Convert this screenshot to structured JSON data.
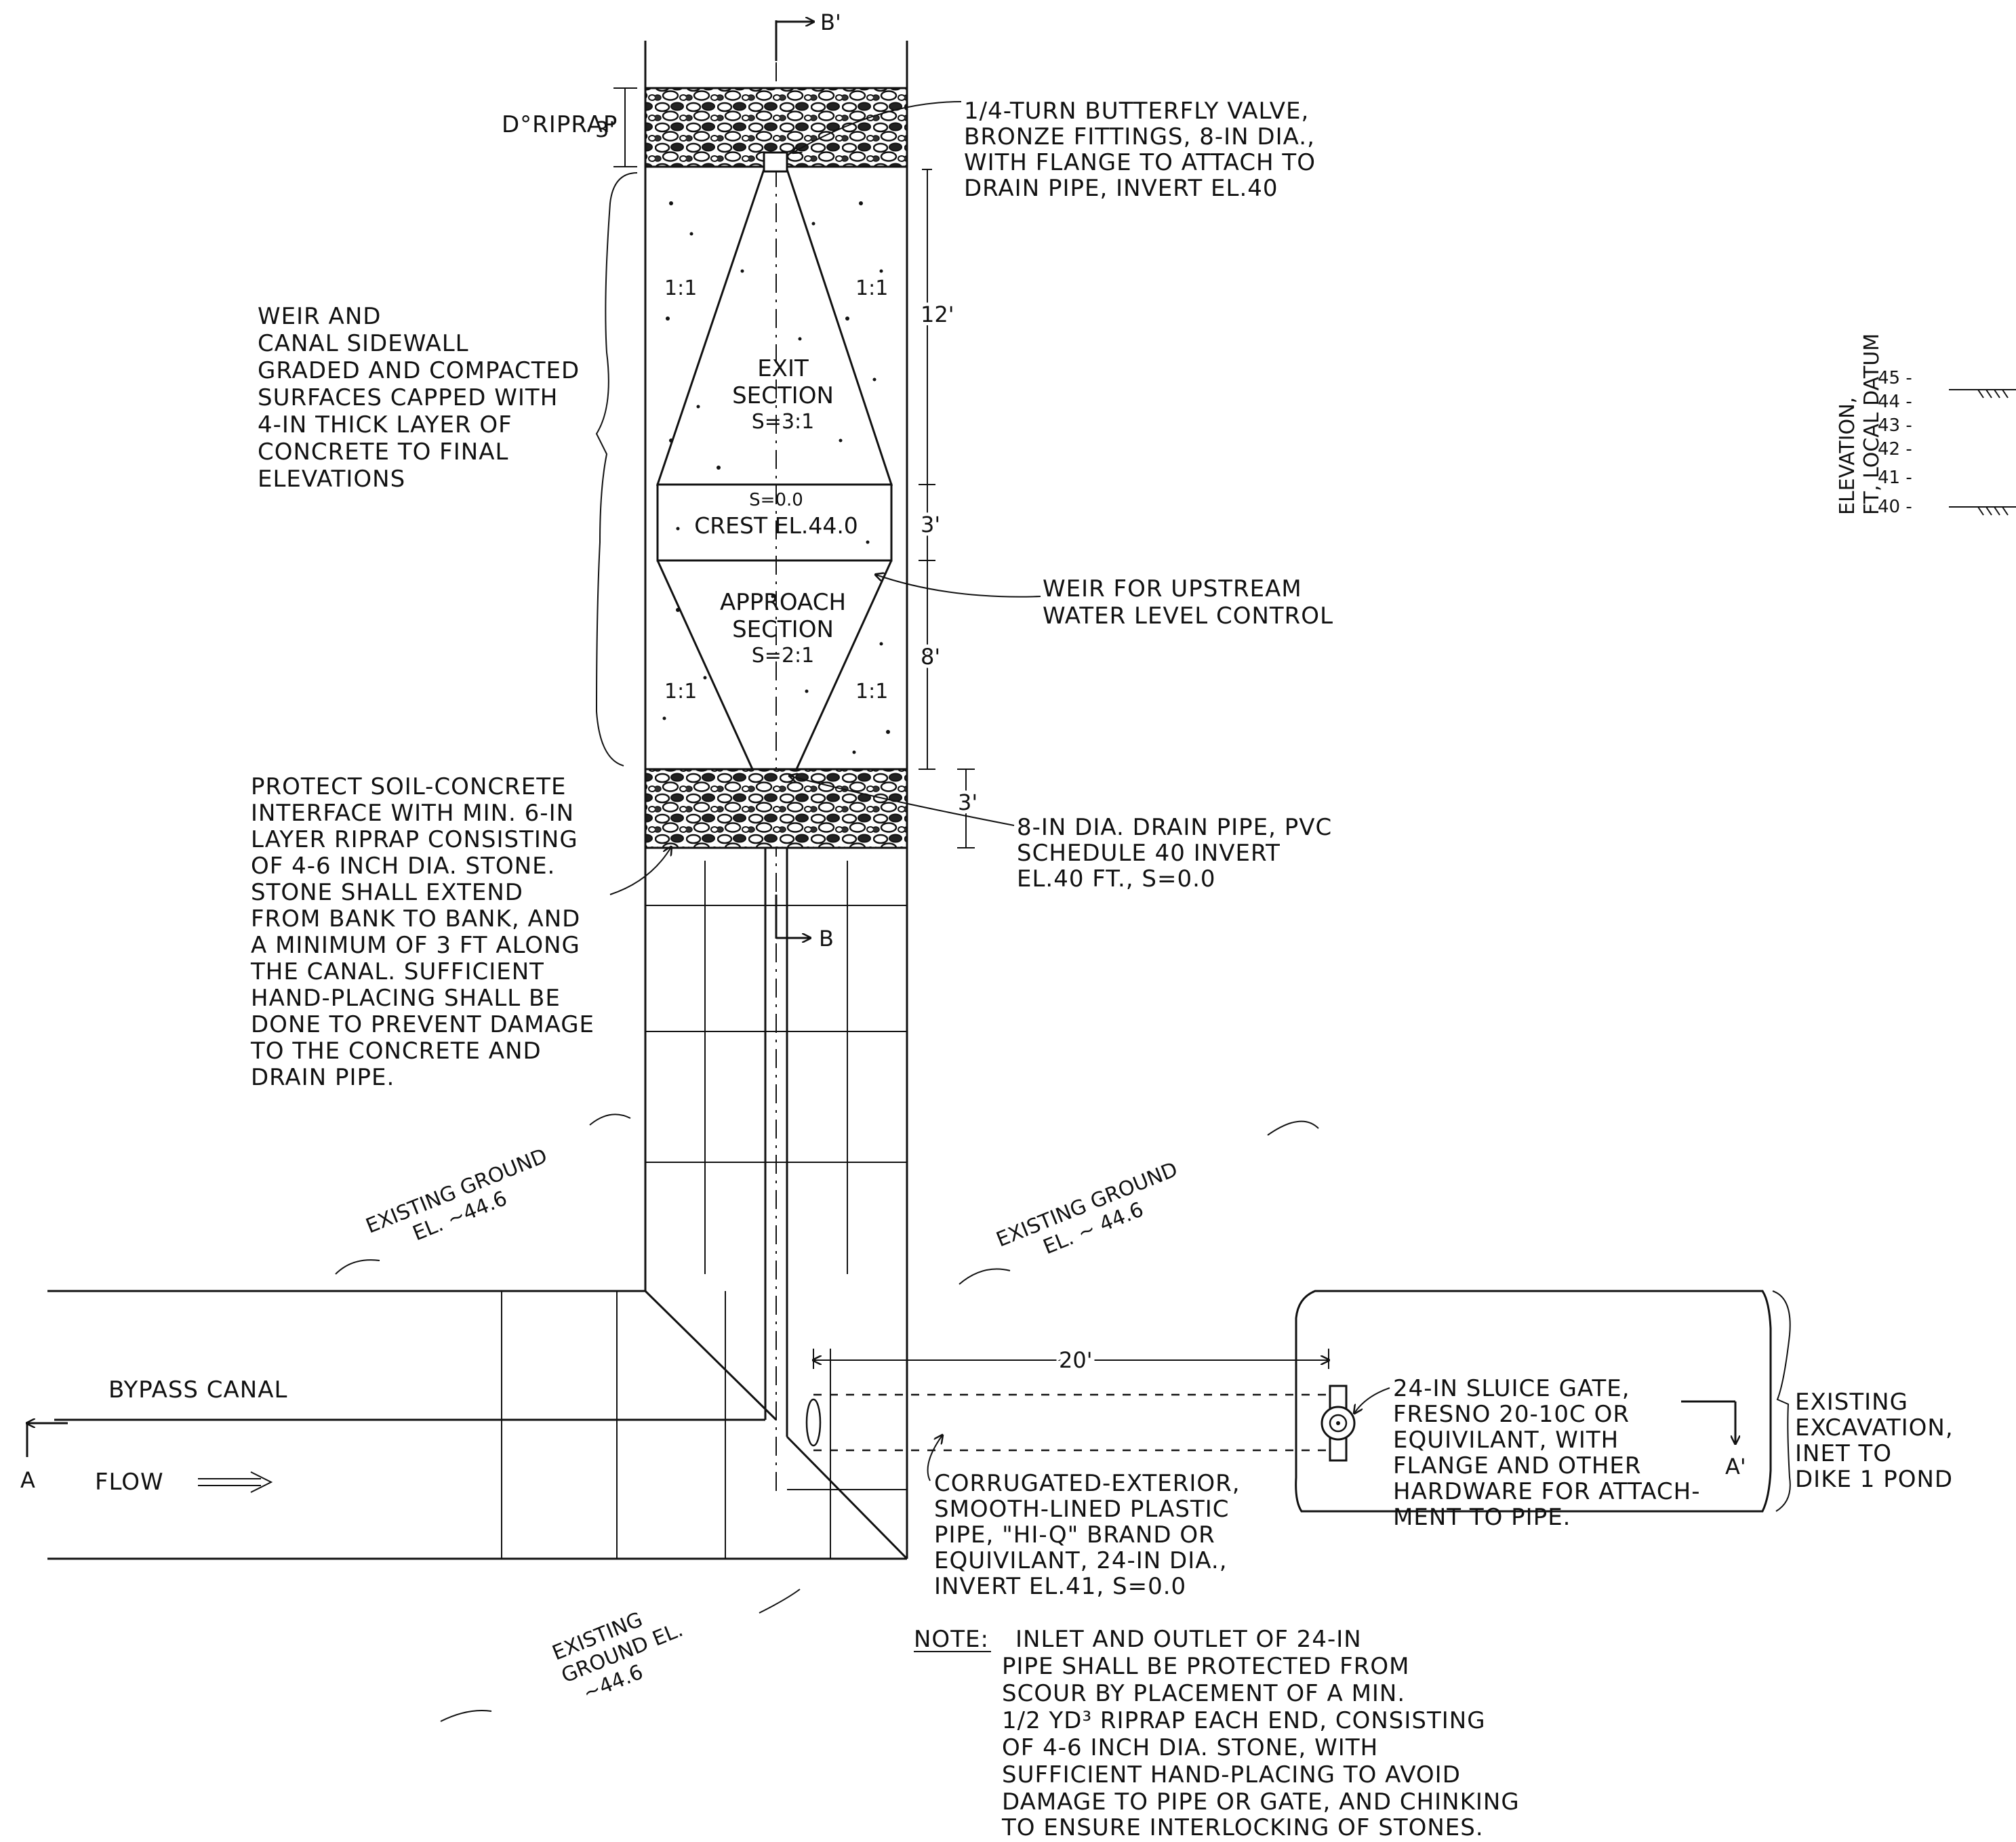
{
  "section_marks": {
    "top": "B'",
    "bottom": "B",
    "left": "A",
    "right": "A'"
  },
  "riprap_label": "D°RIPRAP",
  "riprap_thickness": "3'",
  "valve_note": [
    "1/4-TURN BUTTERFLY VALVE,",
    "BRONZE FITTINGS, 8-IN DIA.,",
    "WITH FLANGE TO ATTACH TO",
    "DRAIN PIPE, INVERT EL.40"
  ],
  "sidewall_note": [
    "WEIR AND",
    "CANAL SIDEWALL",
    "GRADED AND COMPACTED",
    "SURFACES CAPPED WITH",
    "4-IN THICK LAYER OF",
    "CONCRETE TO FINAL",
    "ELEVATIONS"
  ],
  "slopes": {
    "upper_left": "1:1",
    "upper_right": "1:1",
    "lower_left": "1:1",
    "lower_right": "1:1"
  },
  "exit_section": [
    "EXIT",
    "SECTION",
    "S=3:1"
  ],
  "crest": [
    "S=0.0",
    "CREST EL.44.0"
  ],
  "approach_section": [
    "APPROACH",
    "SECTION",
    "S=2:1"
  ],
  "dims": {
    "exit": "12'",
    "crest": "3'",
    "approach": "8'",
    "riprap_bottom": "3'",
    "pipe": "20'"
  },
  "weir_note": [
    "WEIR FOR UPSTREAM",
    "WATER LEVEL CONTROL"
  ],
  "protect_note": [
    "PROTECT SOIL-CONCRETE",
    "INTERFACE WITH MIN. 6-IN",
    "LAYER RIPRAP CONSISTING",
    "OF 4-6 INCH DIA. STONE.",
    "STONE SHALL EXTEND",
    "FROM BANK TO BANK, AND",
    "A MINIMUM OF 3 FT ALONG",
    "THE CANAL. SUFFICIENT",
    "HAND-PLACING SHALL BE",
    "DONE TO PREVENT DAMAGE",
    "TO THE CONCRETE AND",
    "DRAIN PIPE."
  ],
  "drain_note": [
    "8-IN DIA. DRAIN PIPE, PVC",
    "SCHEDULE 40 INVERT",
    "EL.40 FT., S=0.0"
  ],
  "ground_labels": [
    [
      "EXISTING GROUND",
      "EL. ~44.6"
    ],
    [
      "EXISTING GROUND",
      "EL. ~ 44.6"
    ],
    [
      "EXISTING",
      "GROUND EL.",
      "~44.6"
    ]
  ],
  "bypass_label": "BYPASS CANAL",
  "flow_label": "FLOW",
  "sluice_note": [
    "24-IN SLUICE GATE,",
    "FRESNO 20-10C OR",
    "EQUIVILANT, WITH",
    "FLANGE AND OTHER",
    "HARDWARE FOR ATTACH-",
    "MENT TO PIPE."
  ],
  "pipe_note": [
    "CORRUGATED-EXTERIOR,",
    "SMOOTH-LINED PLASTIC",
    "PIPE, \"HI-Q\" BRAND OR",
    "EQUIVILANT, 24-IN DIA.,",
    "INVERT EL.41, S=0.0"
  ],
  "excavation_note": [
    "EXISTING",
    "EXCAVATION,",
    "INET TO",
    "DIKE 1 POND"
  ],
  "note_heading": "NOTE:",
  "note_lines": [
    "INLET AND OUTLET OF 24-IN",
    "PIPE SHALL BE PROTECTED FROM",
    "SCOUR BY PLACEMENT OF A MIN.",
    "1/2 YD³ RIPRAP EACH END, CONSISTING",
    "OF 4-6 INCH DIA. STONE, WITH",
    "SUFFICIENT HAND-PLACING TO AVOID",
    "DAMAGE TO PIPE OR GATE, AND CHINKING",
    "TO ENSURE INTERLOCKING OF STONES."
  ],
  "elevation_axis": {
    "label": [
      "ELEVATION,",
      "FT, LOCAL DATUM"
    ],
    "ticks": [
      "45 -",
      "44 -",
      "43 -",
      "42 -",
      "41 -",
      "40 -"
    ]
  }
}
